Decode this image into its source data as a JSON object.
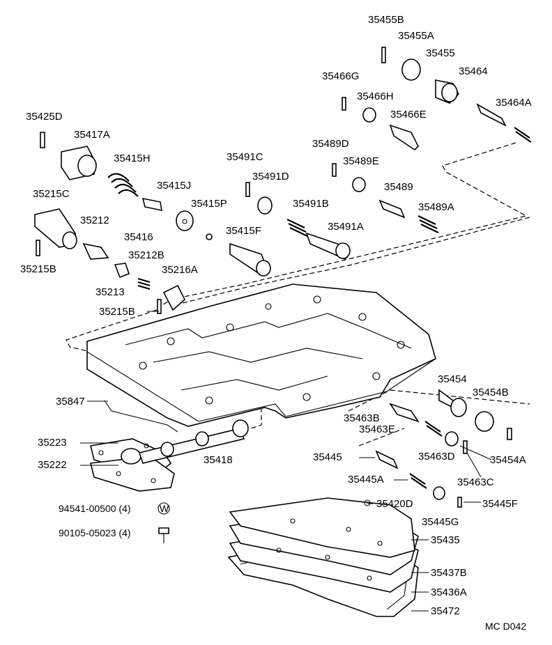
{
  "diagram": {
    "code": "MC D042",
    "labels": [
      "35455B",
      "35455A",
      "35455",
      "35466G",
      "35464",
      "35466H",
      "35464A",
      "35466E",
      "35425D",
      "35417A",
      "35489D",
      "35489E",
      "35491C",
      "35415H",
      "35491D",
      "35489",
      "35415J",
      "35215C",
      "35489A",
      "35491B",
      "35415P",
      "35212",
      "35416",
      "35491A",
      "35415F",
      "35215B",
      "35212B",
      "35216A",
      "35213",
      "35215B",
      "35454",
      "35454B",
      "35847",
      "35463B",
      "35463E",
      "35223",
      "35463D",
      "35454A",
      "35418",
      "35445",
      "35222",
      "35463C",
      "35445A",
      "94541-00500 (4)",
      "35420D",
      "35445F",
      "90105-05023 (4)",
      "35445G",
      "35435",
      "35437B",
      "35436A",
      "35472"
    ],
    "washer_symbol": "W"
  }
}
